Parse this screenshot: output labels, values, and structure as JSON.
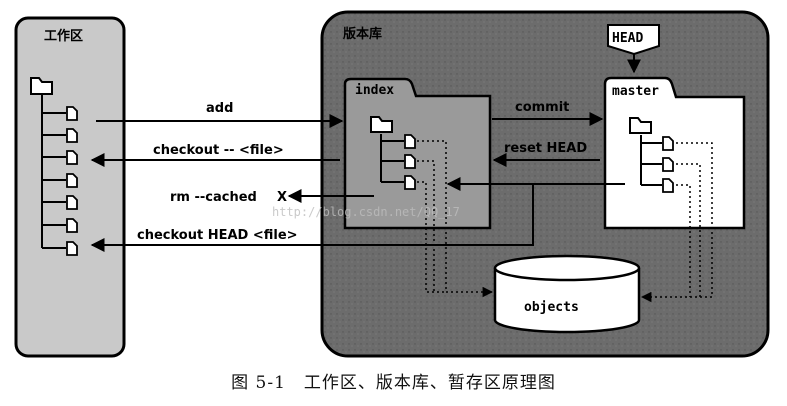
{
  "workspace": {
    "title": "工作区"
  },
  "repository": {
    "title": "版本库"
  },
  "head": {
    "label": "HEAD"
  },
  "index": {
    "label": "index"
  },
  "master": {
    "label": "master"
  },
  "objects": {
    "label": "objects"
  },
  "arrows": {
    "add": "add",
    "commit": "commit",
    "checkout_file": "checkout -- <file>",
    "reset_head": "reset HEAD",
    "rm_cached": "rm --cached",
    "checkout_head_file": "checkout HEAD <file>"
  },
  "watermark": "http://blog.csdn.net/QQ_17",
  "caption": "图 5-1　工作区、版本库、暂存区原理图"
}
